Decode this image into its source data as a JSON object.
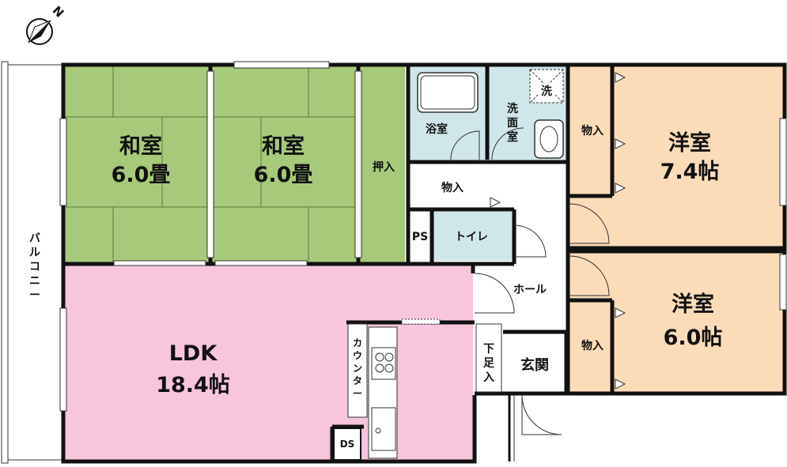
{
  "compass": {
    "label": "N"
  },
  "rooms": {
    "washitsu_left": {
      "name": "和室",
      "size": "6.0畳"
    },
    "washitsu_right": {
      "name": "和室",
      "size": "6.0畳"
    },
    "oshiire": "押入",
    "bath": "浴室",
    "washroom": [
      "洗",
      "面",
      "室"
    ],
    "washer": "洗",
    "storage_mid": "物入",
    "ps": "PS",
    "toilet": "トイレ",
    "hall": "ホール",
    "genkan": "玄関",
    "shoe_box": [
      "下",
      "足",
      "入"
    ],
    "youshitsu_top": {
      "name": "洋室",
      "size": "7.4帖",
      "closet": "物入"
    },
    "youshitsu_bottom": {
      "name": "洋室",
      "size": "6.0帖",
      "closet": "物入"
    },
    "ldk": {
      "name": "LDK",
      "size": "18.4帖"
    },
    "counter": [
      "カ",
      "ウ",
      "ン",
      "タ",
      "ー"
    ],
    "ds": "DS",
    "balcony": [
      "バ",
      "ル",
      "コ",
      "ニ",
      "ー"
    ]
  },
  "colors": {
    "tatami": "#a7c97a",
    "ldk": "#f7c5dc",
    "youshitsu": "#fbdcb9",
    "wet": "#cfe6ea",
    "white": "#ffffff",
    "wall": "#111111"
  }
}
